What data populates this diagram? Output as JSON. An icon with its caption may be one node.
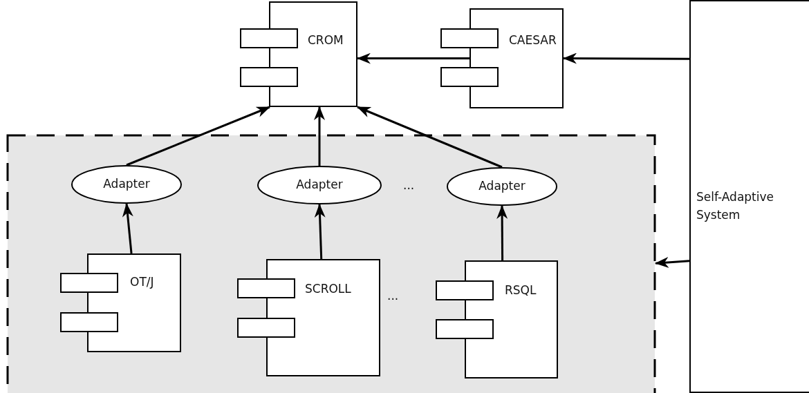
{
  "diagram": {
    "nodes": [
      {
        "text": [
          "CROM"
        ]
      },
      {
        "text": [
          "CAESAR"
        ]
      },
      {
        "text": [
          "Self-Adaptive System"
        ]
      },
      {
        "text": [],
        "shape": "box"
      },
      {
        "text": [
          "Adapter"
        ],
        "in": 3
      },
      {
        "text": [
          "Adapter"
        ],
        "in": 3
      },
      {
        "text": [
          "Adapter"
        ],
        "in": 3
      },
      {
        "text": [
          "OT/J"
        ],
        "in": 3
      },
      {
        "text": [
          "SCROLL"
        ],
        "in": 3
      },
      {
        "text": [
          "RSQL"
        ],
        "in": 3
      }
    ],
    "edges": [
      {
        "from": 1,
        "to": 0,
        "arrow": "to"
      },
      {
        "from": 2,
        "to": 1,
        "arrow": "to"
      },
      {
        "from": 2,
        "to": 3,
        "arrow": "to"
      },
      {
        "from": 4,
        "to": 0,
        "arrow": "to"
      },
      {
        "from": 5,
        "to": 0,
        "arrow": "to"
      },
      {
        "from": 6,
        "to": 0,
        "arrow": "to"
      },
      {
        "from": 7,
        "to": 4,
        "arrow": "to"
      },
      {
        "from": 8,
        "to": 5,
        "arrow": "to"
      },
      {
        "from": 9,
        "to": 6,
        "arrow": "to"
      }
    ],
    "labels": [
      "...",
      "..."
    ]
  }
}
